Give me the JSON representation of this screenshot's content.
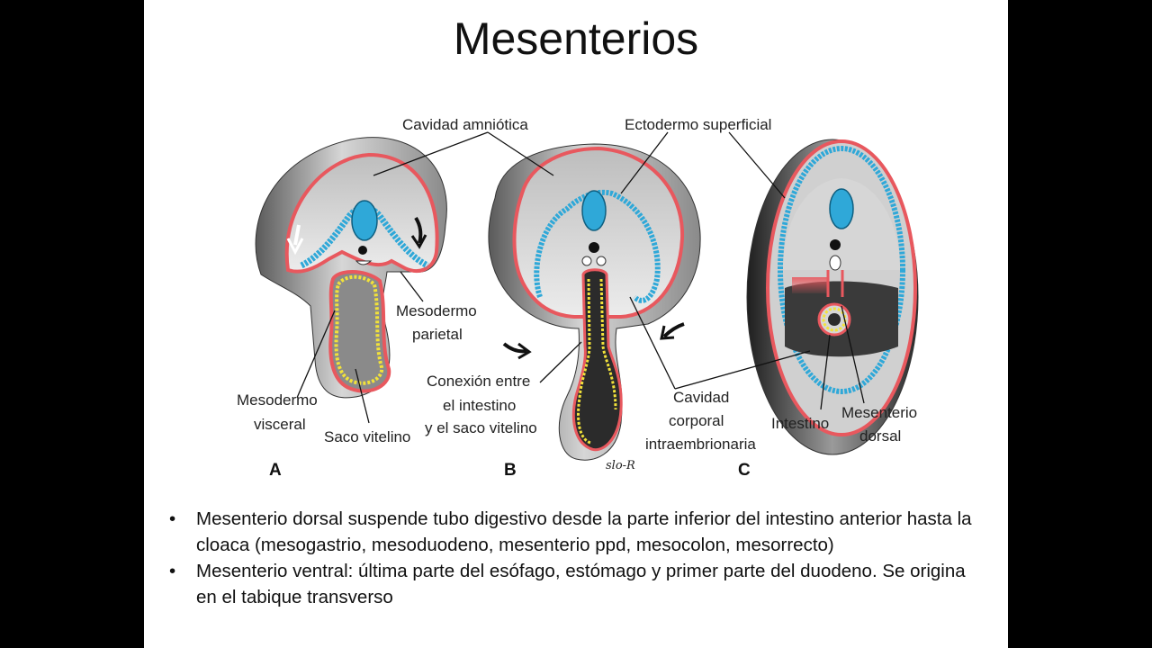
{
  "slide": {
    "title": "Mesenterios",
    "bullets": [
      "Mesenterio dorsal suspende tubo digestivo desde la parte inferior del intestino anterior hasta la cloaca (mesogastrio, mesoduodeno, mesenterio ppd, mesocolon, mesorrecto)",
      "Mesenterio ventral: última parte del esófago, estómago y primer parte del duodeno. Se origina en el tabique transverso"
    ]
  },
  "figure": {
    "labels": {
      "cavidad_amniotica": "Cavidad amniótica",
      "ectodermo_superficial": "Ectodermo superficial",
      "mesodermo_parietal_1": "Mesodermo",
      "mesodermo_parietal_2": "parietal",
      "mesodermo_visceral_1": "Mesodermo",
      "mesodermo_visceral_2": "visceral",
      "saco_vitelino": "Saco vitelino",
      "conexion_1": "Conexión entre",
      "conexion_2": "el intestino",
      "conexion_3": "y el saco vitelino",
      "cavidad_corporal_1": "Cavidad",
      "cavidad_corporal_2": "corporal",
      "cavidad_corporal_3": "intraembrionaria",
      "intestino": "Intestino",
      "mesenterio_dorsal_1": "Mesenterio",
      "mesenterio_dorsal_2": "dorsal",
      "signature": "slo-R"
    },
    "panels": [
      "A",
      "B",
      "C"
    ],
    "colors": {
      "ectoderm_red": "#e8585e",
      "neural_blue": "#2fa8d8",
      "endoderm_yellow": "#f2e23a",
      "body_gray": "#8a8a8a",
      "shadow_dark": "#2b2b2b"
    }
  }
}
